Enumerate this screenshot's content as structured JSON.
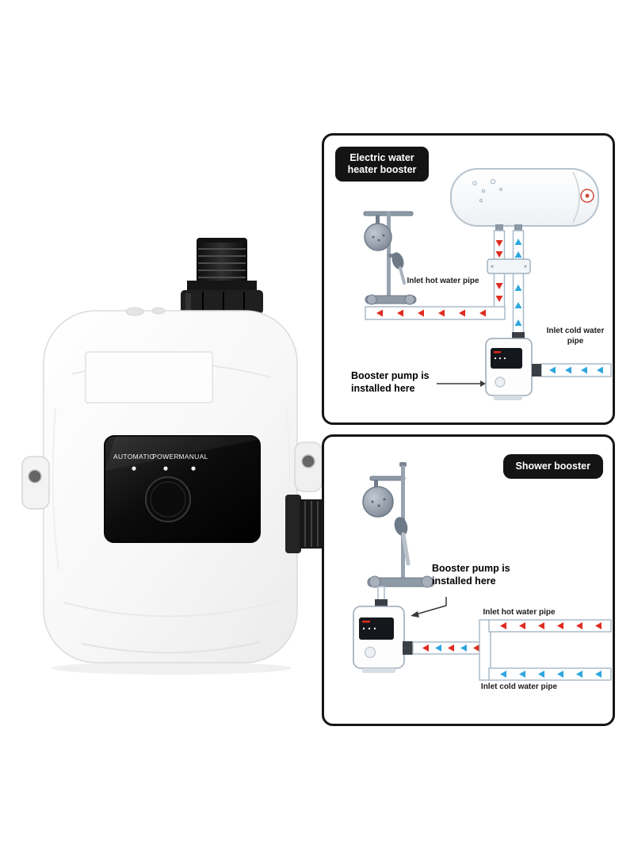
{
  "product": {
    "panel_labels": [
      "AUTOMATIC",
      "POWER",
      "MANUAL"
    ]
  },
  "diagrams": {
    "heater": {
      "title": "Electric water heater booster",
      "hot_pipe_label": "Inlet hot water pipe",
      "cold_pipe_label": "Inlet cold water pipe",
      "booster_label": "Booster pump is installed here"
    },
    "shower": {
      "title": "Shower booster",
      "hot_pipe_label": "Inlet hot water pipe",
      "cold_pipe_label": "Inlet cold water pipe",
      "booster_label": "Booster pump is installed here"
    }
  },
  "colors": {
    "hot": "#e02b20",
    "cold": "#2ea7e0",
    "badge": "#141414"
  }
}
